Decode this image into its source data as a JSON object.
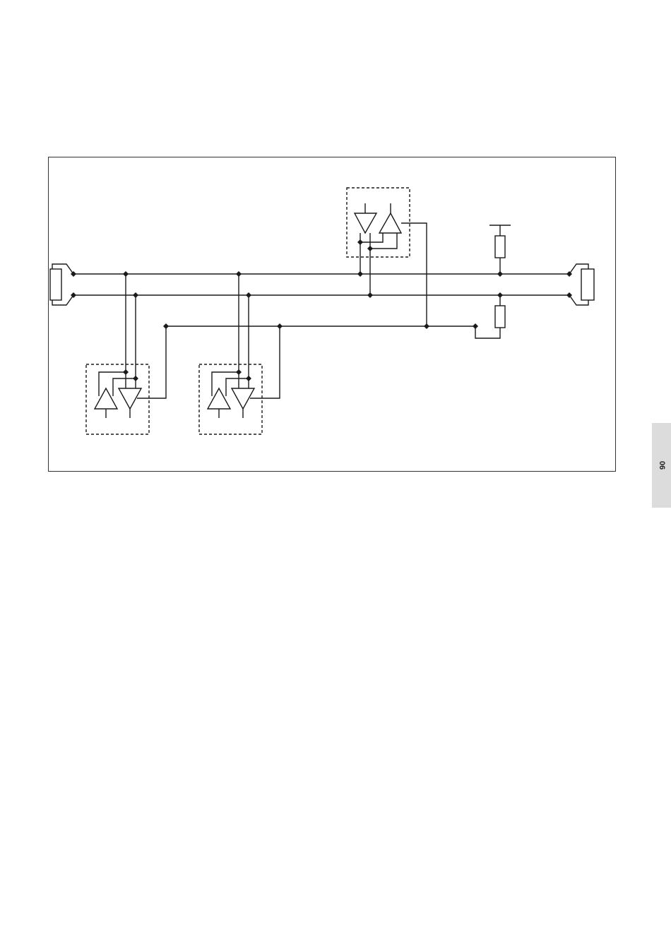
{
  "page": {
    "side_tab_label": "06"
  },
  "colors": {
    "ink": "#1a1a1a",
    "frame": "#333333",
    "tab_background": "#dcdcdc"
  },
  "diagram": {
    "kind": "bus network schematic",
    "bus_lines": 2,
    "signal_ground_line": 1,
    "terminators": 2,
    "transceiver_nodes": 3,
    "termination_resistors": 2
  }
}
